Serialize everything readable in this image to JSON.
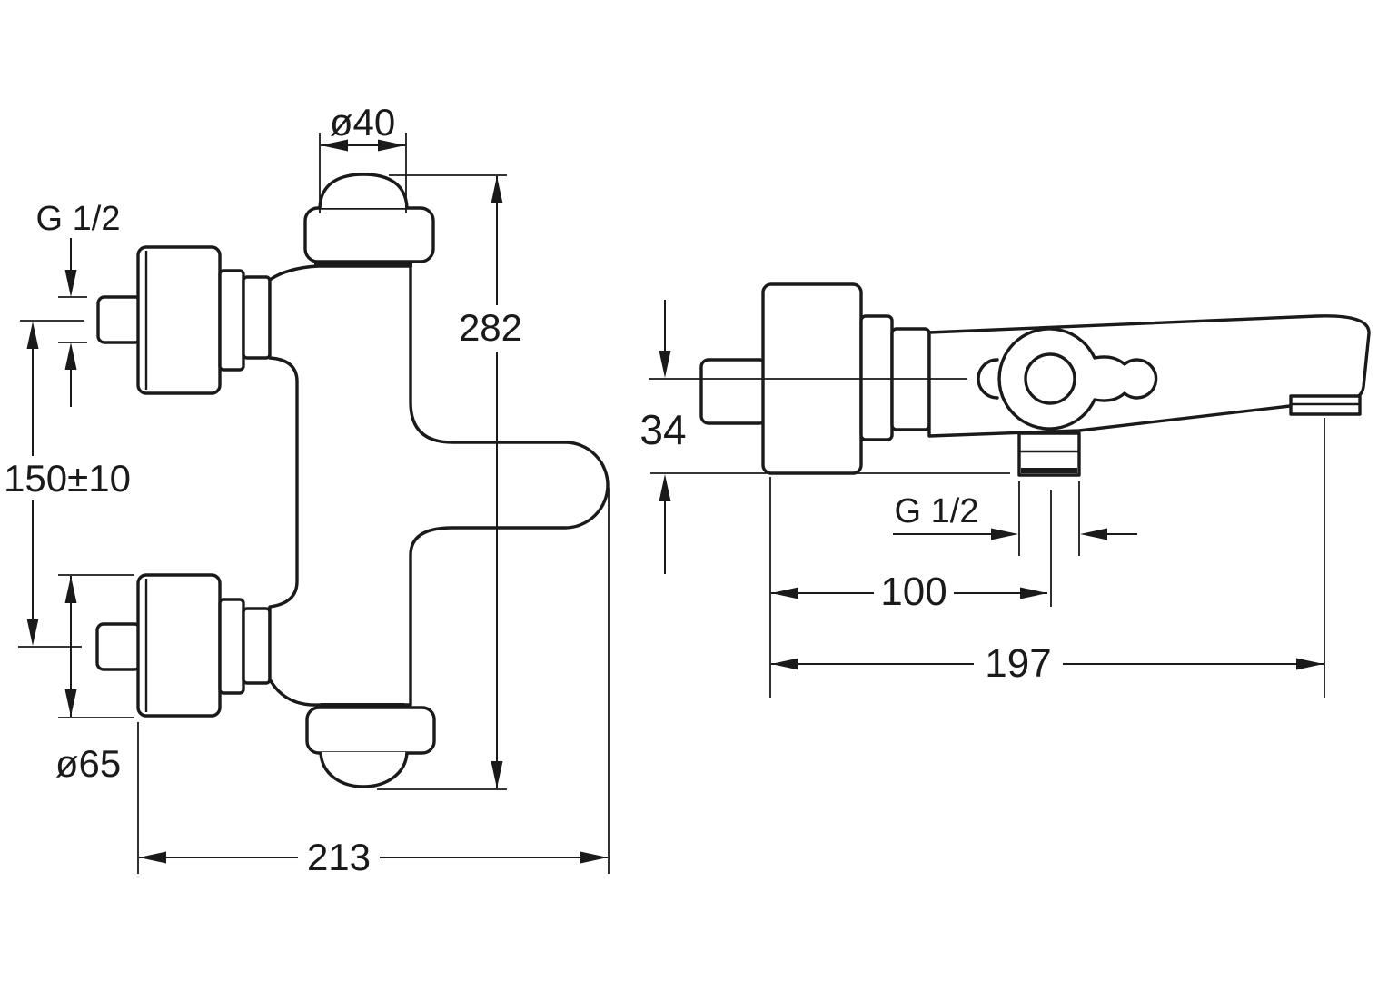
{
  "drawing": {
    "type": "technical-drawing",
    "subject": "wall-mounted thermostatic bath/shower mixer, dimensioned front and side views",
    "background_color": "#ffffff",
    "line_color": "#1a1a1a",
    "labels": {
      "front_top_diameter": "ø40",
      "front_inlet_thread": "G 1/2",
      "front_center_distance": "150±10",
      "front_handle_diameter": "ø65",
      "front_height": "282",
      "front_width": "213",
      "side_offset": "34",
      "side_outlet_thread": "G 1/2",
      "side_outlet_distance": "100",
      "side_length": "197"
    }
  }
}
